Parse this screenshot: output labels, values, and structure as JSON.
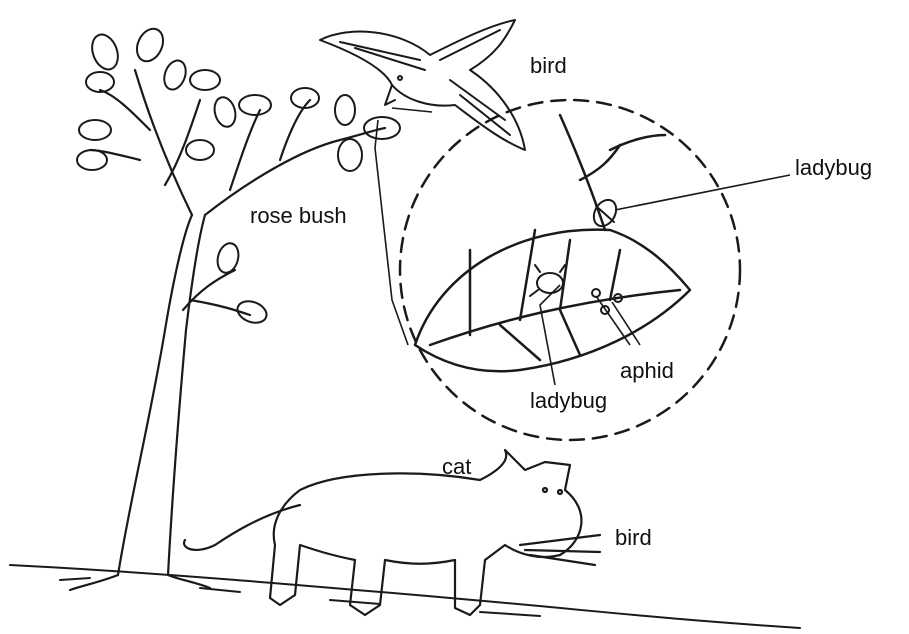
{
  "labels": {
    "bird_top": "bird",
    "rose_bush": "rose bush",
    "ladybug_top": "ladybug",
    "aphid": "aphid",
    "ladybug_bottom": "ladybug",
    "cat": "cat",
    "bird_bottom": "bird"
  },
  "colors": {
    "ink": "#1a1a1a",
    "background": "#ffffff"
  }
}
